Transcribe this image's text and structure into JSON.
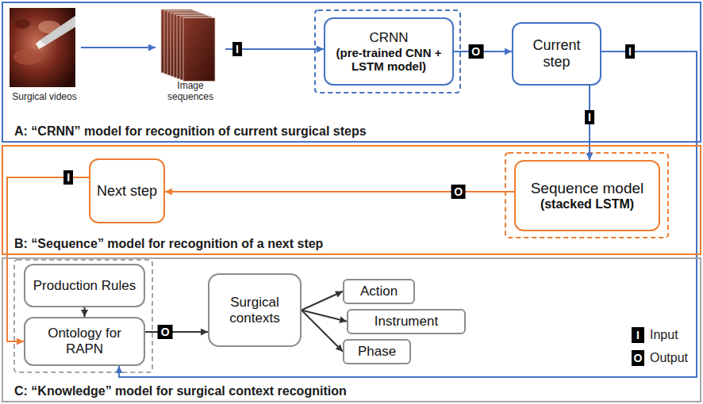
{
  "diagram": {
    "nodes": [
      {
        "text": [
          "A: “CRNN” model for recognition of current surgical steps"
        ]
      },
      {
        "text": [
          "Surgical videos"
        ],
        "in": 0
      },
      {
        "text": [
          "Image sequences"
        ],
        "in": 0
      },
      {
        "text": [
          "CRNN",
          "(pre-trained CNN + LSTM model)"
        ],
        "in": 0
      },
      {
        "text": [
          "Current step"
        ],
        "in": 0
      },
      {
        "text": [
          "B: “Sequence” model for recognition of a next step"
        ]
      },
      {
        "text": [
          "Next step"
        ],
        "in": 5
      },
      {
        "text": [
          "Sequence model",
          "(stacked LSTM)"
        ],
        "in": 5
      },
      {
        "text": [
          "C: “Knowledge” model for surgical context recognition"
        ]
      },
      {
        "text": [
          "Production Rules"
        ],
        "in": 8
      },
      {
        "text": [
          "Ontology for RAPN"
        ],
        "in": 8
      },
      {
        "text": [
          "Surgical contexts"
        ],
        "in": 8
      },
      {
        "text": [
          "Action"
        ],
        "in": 8
      },
      {
        "text": [
          "Instrument"
        ],
        "in": 8
      },
      {
        "text": [
          "Phase"
        ],
        "in": 8
      }
    ],
    "edges": [
      {
        "from": 1,
        "to": 2,
        "arrow": "to"
      },
      {
        "from": 2,
        "to": 3,
        "label": "I",
        "arrow": "to"
      },
      {
        "from": 3,
        "to": 4,
        "label": "O",
        "arrow": "to"
      },
      {
        "from": 4,
        "to": 7,
        "label": "I",
        "arrow": "to"
      },
      {
        "from": 4,
        "to": 10,
        "label": "I",
        "arrow": "to"
      },
      {
        "from": 7,
        "to": 6,
        "label": "O",
        "arrow": "to"
      },
      {
        "from": 6,
        "to": 10,
        "label": "I",
        "arrow": "to"
      },
      {
        "from": 9,
        "to": 10,
        "arrow": "to"
      },
      {
        "from": 10,
        "to": 11,
        "label": "O",
        "arrow": "to"
      },
      {
        "from": 11,
        "to": 12,
        "arrow": "to"
      },
      {
        "from": 11,
        "to": 13,
        "arrow": "to"
      },
      {
        "from": 11,
        "to": 14,
        "arrow": "to"
      }
    ],
    "labels": [
      "I",
      "O"
    ],
    "legend": [
      {
        "text": "Input",
        "color": "#000000"
      },
      {
        "text": "Output",
        "color": "#000000"
      }
    ]
  }
}
